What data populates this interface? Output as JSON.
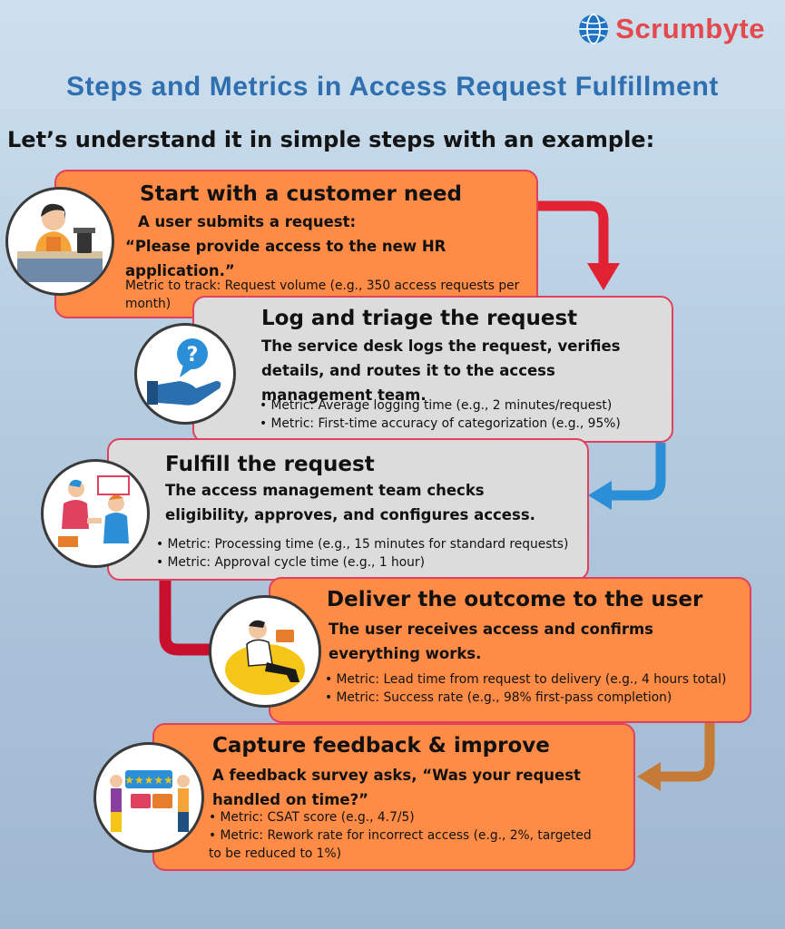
{
  "brand": {
    "name": "Scrumbyte"
  },
  "title": "Steps and Metrics in Access Request Fulfillment",
  "subtitle": "Let’s understand it in simple steps with an example:",
  "steps": [
    {
      "heading": "Start with a customer need",
      "lines": [
        "A user submits a request:",
        "“Please provide access to the new HR",
        "application.”"
      ],
      "metrics": [
        "Metric to track: Request volume (e.g., 350 access requests per",
        "month)"
      ]
    },
    {
      "heading": "Log and triage the request",
      "lines": [
        "The service desk logs the request, verifies",
        "details, and routes it to the access",
        "management team."
      ],
      "metrics": [
        "• Metric: Average logging time (e.g., 2 minutes/request)",
        "• Metric: First-time accuracy of categorization (e.g., 95%)"
      ]
    },
    {
      "heading": "Fulfill the request",
      "lines": [
        "The access management team checks",
        "eligibility, approves, and configures access."
      ],
      "metrics": [
        "• Metric: Processing time (e.g., 15 minutes for standard requests)",
        "• Metric: Approval cycle time (e.g., 1 hour)"
      ]
    },
    {
      "heading": "Deliver the outcome to the user",
      "lines": [
        "The user receives access and confirms",
        "everything works."
      ],
      "metrics": [
        "• Metric: Lead time from request to delivery (e.g., 4 hours total)",
        "• Metric: Success rate (e.g., 98% first-pass completion)"
      ]
    },
    {
      "heading": "Capture feedback & improve",
      "lines": [
        "A feedback survey asks, “Was your request",
        "handled on time?”"
      ],
      "metrics": [
        "• Metric: CSAT score (e.g., 4.7/5)",
        "• Metric: Rework rate for incorrect access (e.g., 2%, targeted",
        "to be reduced to 1%)"
      ]
    }
  ],
  "colors": {
    "accent_red": "#e02233",
    "accent_blue": "#2a8fd6",
    "accent_brown": "#c57a36",
    "box_orange": "#ff8c46",
    "box_gray": "#dcdcdc",
    "title_blue": "#2f6fb0"
  },
  "icons": [
    "globe-icon",
    "barista-icon",
    "help-hand-icon",
    "handshake-icon",
    "relaxing-user-icon",
    "feedback-icon"
  ]
}
